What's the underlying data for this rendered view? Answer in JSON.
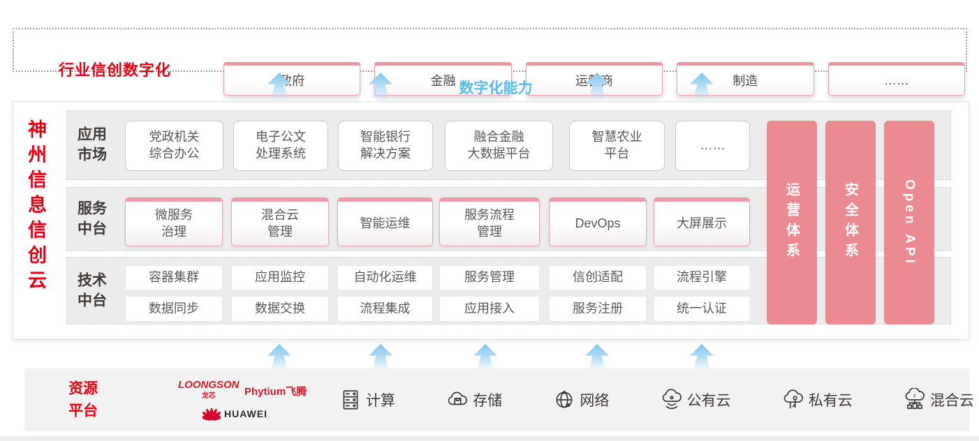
{
  "top": {
    "label": "行业信创数字化",
    "industries": [
      "政府",
      "金融",
      "运营商",
      "制造",
      "……"
    ]
  },
  "capability_label": "数字化能力",
  "main": {
    "vertical_title": "神州信息信创云",
    "rows": [
      {
        "label": "应用\n市场",
        "boxes": [
          "党政机关\n综合办公",
          "电子公文\n处理系统",
          "智能银行\n解决方案",
          "融合金融\n大数据平台",
          "智慧农业\n平台",
          "……"
        ]
      },
      {
        "label": "服务\n中台",
        "boxes": [
          "微服务\n治理",
          "混合云\n管理",
          "智能运维",
          "服务流程\n管理",
          "DevOps",
          "大屏展示"
        ]
      },
      {
        "label": "技术\n中台",
        "grid": [
          [
            "容器集群",
            "应用监控",
            "自动化运维",
            "服务管理",
            "信创适配",
            "流程引擎"
          ],
          [
            "数据同步",
            "数据交换",
            "流程集成",
            "应用接入",
            "服务注册",
            "统一认证"
          ]
        ]
      }
    ],
    "pillars": [
      "运营体系",
      "安全体系",
      "Open API"
    ]
  },
  "resources": {
    "label": "资源\n平台",
    "vendors": [
      {
        "name": "LOONGSON",
        "sub": "龙芯"
      },
      {
        "name": "Phytium飞腾"
      },
      {
        "name": "HUAWEI"
      }
    ],
    "items": [
      {
        "icon": "server-icon",
        "label": "计算"
      },
      {
        "icon": "storage-cloud-icon",
        "label": "存储"
      },
      {
        "icon": "network-globe-icon",
        "label": "网络"
      },
      {
        "icon": "public-cloud-icon",
        "label": "公有云"
      },
      {
        "icon": "private-cloud-icon",
        "label": "私有云"
      },
      {
        "icon": "hybrid-cloud-icon",
        "label": "混合云"
      }
    ]
  },
  "colors": {
    "brand_red": "#e60012",
    "pillar_pink": "#ec8a91",
    "accent_blue": "#54bfe8",
    "box_pink_border": "#eca6b0"
  }
}
